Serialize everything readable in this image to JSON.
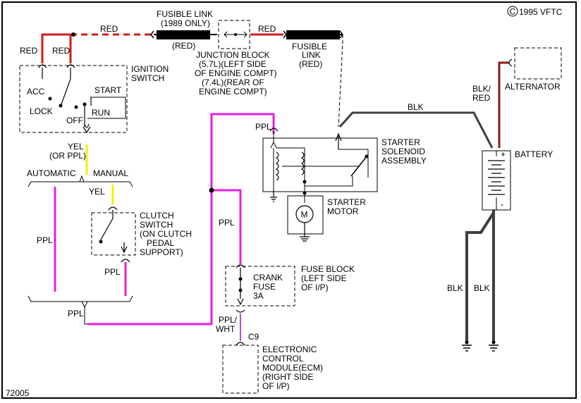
{
  "copyright": "1995 VFTC",
  "copyright_symbol": "C",
  "figure_id": "72005",
  "colors": {
    "red": "#d01c1c",
    "ppl": "#e020e0",
    "yel": "#f2f200",
    "ppl_wht": "#b050c8",
    "blk": "#404040",
    "blkred": "#8b1a1a"
  },
  "labels": {
    "fusible_link_top_1": "FUSIBLE LINK",
    "fusible_link_top_2": "(1989 ONLY)",
    "red_top_mid": "RED",
    "red_top_right": "RED",
    "red_paren": "(RED)",
    "red_left_1": "RED",
    "red_left_2": "RED",
    "junction_1": "JUNCTION BLOCK",
    "junction_2": "(5.7L)(LEFT SIDE",
    "junction_3": "OF ENGINE COMPT)",
    "junction_4": "(7.4L)(REAR OF",
    "junction_5": "ENGINE COMPT)",
    "fusible_link_2_1": "FUSIBLE",
    "fusible_link_2_2": "LINK",
    "fusible_link_2_3": "(RED)",
    "ignition_1": "IGNITION",
    "ignition_2": "SWITCH",
    "acc": "ACC",
    "start": "START",
    "lock": "LOCK",
    "run": "RUN",
    "off": "OFF",
    "yel_or_ppl_1": "YEL",
    "yel_or_ppl_2": "(OR PPL)",
    "automatic": "AUTOMATIC",
    "manual": "MANUAL",
    "yel": "YEL",
    "clutch_1": "CLUTCH",
    "clutch_2": "SWITCH",
    "clutch_3": "(ON CLUTCH",
    "clutch_4": "PEDAL",
    "clutch_5": "SUPPORT)",
    "ppl_left": "PPL",
    "ppl_clutch": "PPL",
    "ppl_bottom": "PPL",
    "ppl_mid": "PPL",
    "ppl_solenoid": "PPL",
    "blk_top": "BLK",
    "blk_red_1": "BLK/",
    "blk_red_2": "RED",
    "alternator": "ALTERNATOR",
    "battery": "BATTERY",
    "battery_plus": "+",
    "battery_minus": "-",
    "starter_solenoid_1": "STARTER",
    "starter_solenoid_2": "SOLENOID",
    "starter_solenoid_3": "ASSEMBLY",
    "starter_motor_1": "STARTER",
    "starter_motor_2": "MOTOR",
    "motor_symbol": "M",
    "fuse_block_1": "FUSE BLOCK",
    "fuse_block_2": "(LEFT SIDE",
    "fuse_block_3": "OF I/P)",
    "crank_1": "CRANK",
    "crank_2": "FUSE",
    "crank_3": "3A",
    "ppl_wht_1": "PPL/",
    "ppl_wht_2": "WHT",
    "c9": "C9",
    "ecm_1": "ELECTRONIC",
    "ecm_2": "CONTROL",
    "ecm_3": "MODULE(ECM)",
    "ecm_4": "(RIGHT SIDE",
    "ecm_5": "OF I/P)",
    "blk_gnd_1": "BLK",
    "blk_gnd_2": "BLK"
  }
}
